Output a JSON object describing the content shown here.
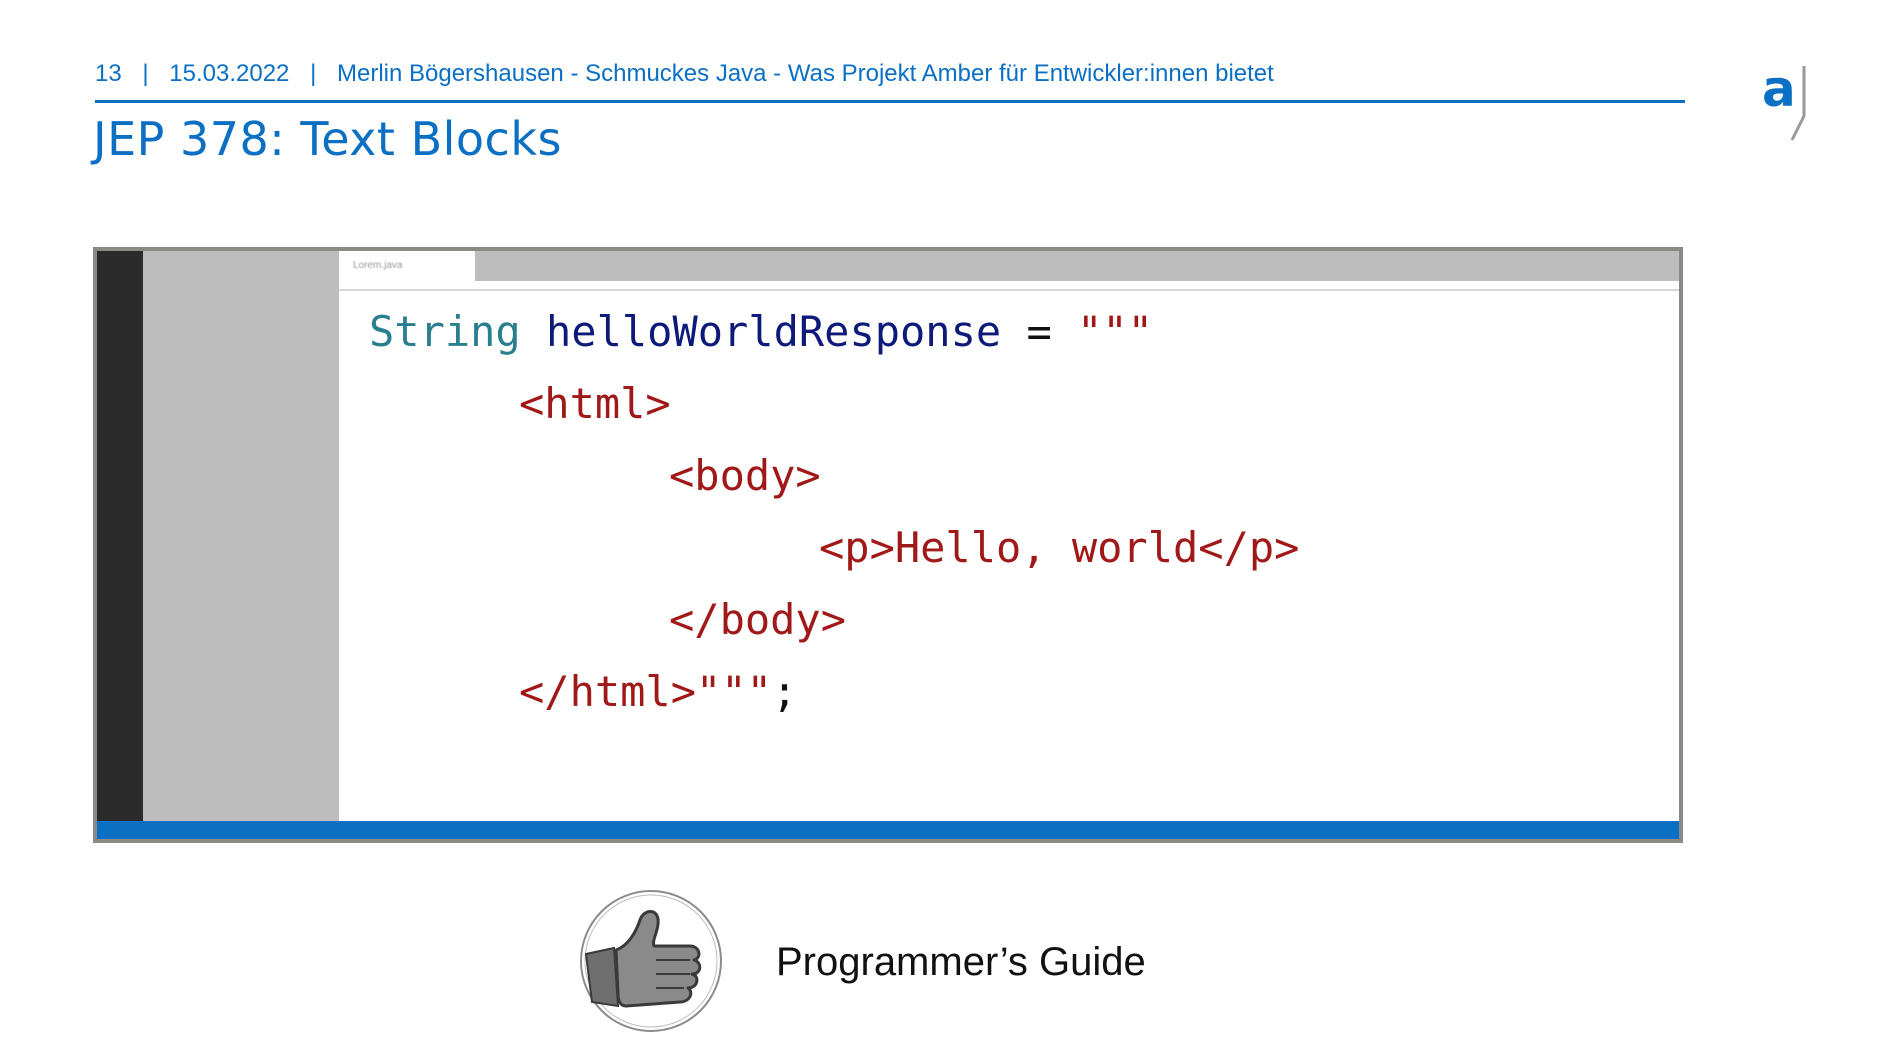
{
  "header": {
    "page_number": "13",
    "separator": "|",
    "date": "15.03.2022",
    "talk_info": "Merlin Bögershausen - Schmuckes Java - Was Projekt Amber für Entwickler:innen bietet"
  },
  "slide": {
    "title": "JEP 378: Text Blocks"
  },
  "logo": {
    "letter": "a"
  },
  "editor": {
    "tab_label": "Lorem.java",
    "code": {
      "line1": {
        "type": "String",
        "ident": "helloWorldResponse",
        "op": "=",
        "str": "\"\"\""
      },
      "line2": "<html>",
      "line3": "<body>",
      "line4": "<p>Hello, world</p>",
      "line5": "</body>",
      "line6": {
        "str": "</html>\"\"\"",
        "semi": ";"
      }
    }
  },
  "footer": {
    "badge_icon": "thumbs-up-stamp-icon",
    "caption": "Programmer’s Guide"
  },
  "colors": {
    "accent": "#0b6fc4",
    "type_keyword": "#2a7f8f",
    "identifier": "#0d1a7a",
    "string": "#a01818"
  }
}
